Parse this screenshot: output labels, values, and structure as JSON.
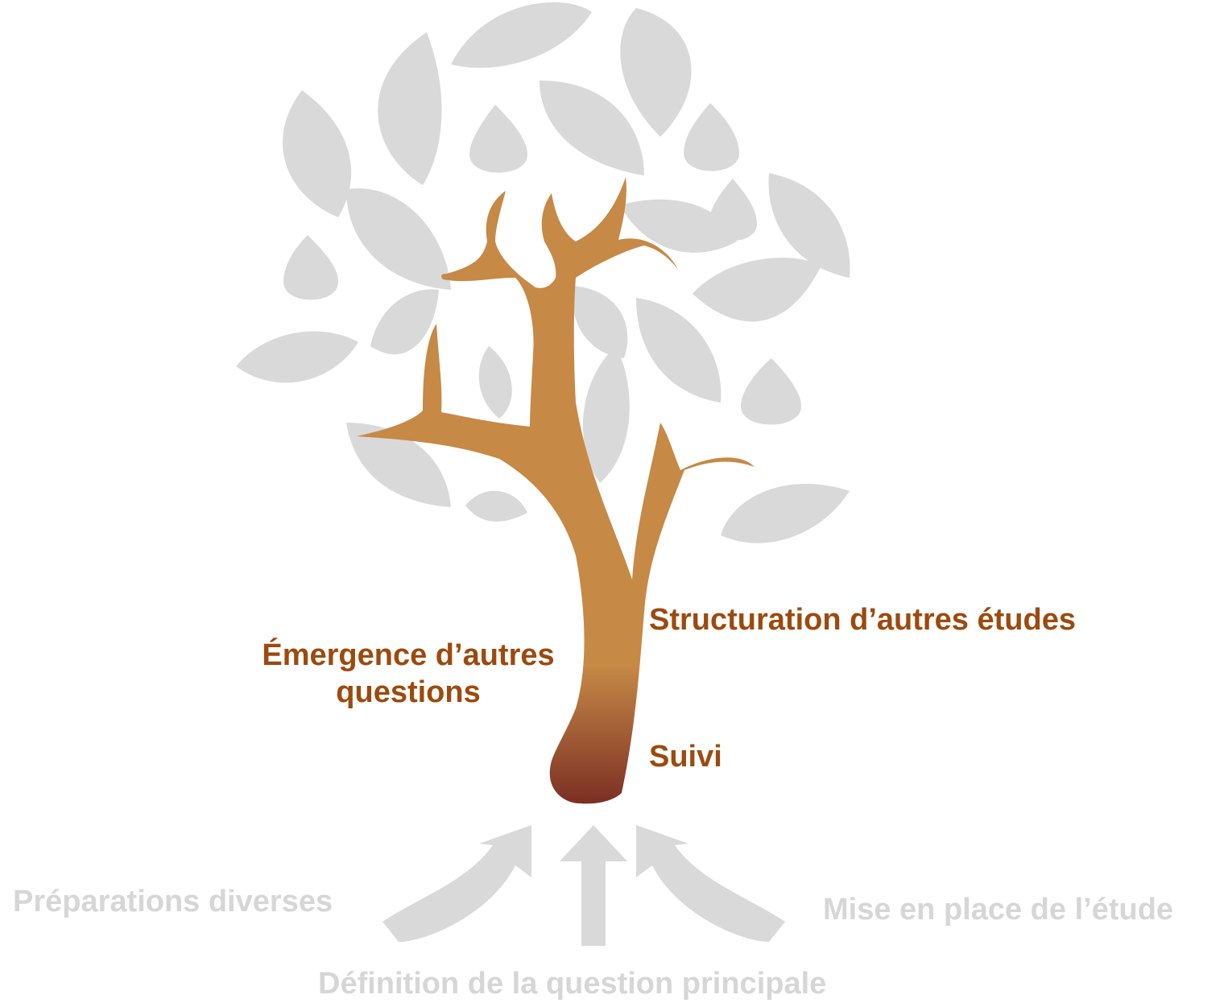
{
  "colors": {
    "leaf": "#d9d9d9",
    "trunk": "#c68946",
    "trunk_base": "#7b2f24",
    "label_primary": "#9c4a0e",
    "label_secondary": "#d6d6d6",
    "arrow": "#d9d9d9"
  },
  "labels": {
    "structuration": "Structuration d’autres études",
    "emergence_line1": "Émergence d’autres",
    "emergence_line2": "questions",
    "suivi": "Suivi",
    "preparations": "Préparations diverses",
    "mise_en_place": "Mise en place de l’étude",
    "definition": "Définition de la question principale"
  },
  "icons": {
    "tree": "tree-icon",
    "arrow_left": "curved-arrow-up-right-icon",
    "arrow_center": "arrow-up-icon",
    "arrow_right": "curved-arrow-up-left-icon"
  }
}
